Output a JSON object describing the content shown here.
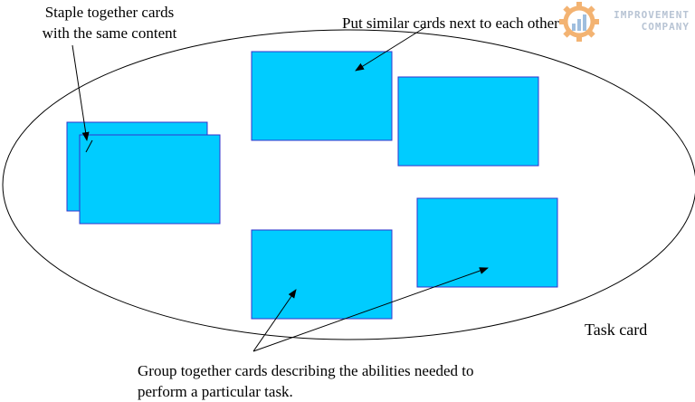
{
  "labels": {
    "staple_line1": "Staple together cards",
    "staple_line2": "with the same content",
    "similar": "Put similar cards next to each other",
    "task_card": "Task card",
    "group_line1": "Group together cards describing the abilities needed to",
    "group_line2": "perform a particular task."
  },
  "logo": {
    "line1": "IMPROVEMENT",
    "line2": "COMPANY",
    "icon": "gear-chart-icon"
  },
  "colors": {
    "card_fill": "#00ccff",
    "card_border": "#3333cc",
    "ellipse_stroke": "#000000",
    "logo_gear": "#f2a65a",
    "logo_text": "#b8c4d4"
  }
}
